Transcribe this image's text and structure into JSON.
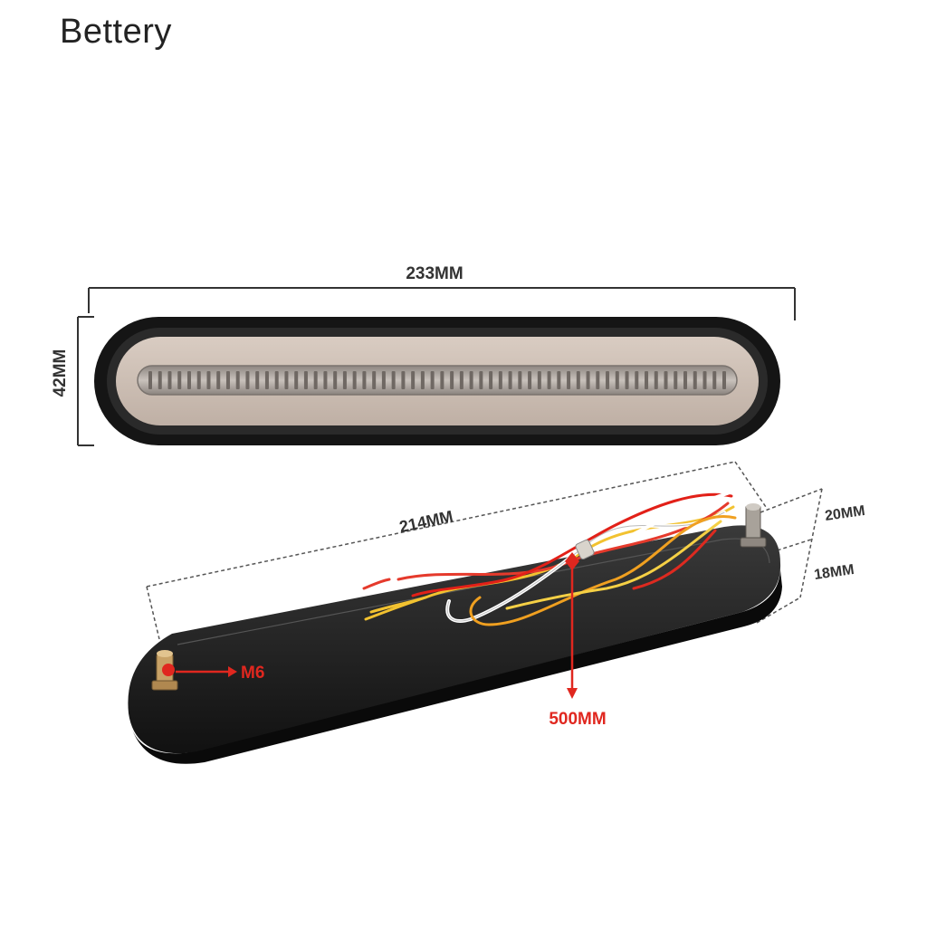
{
  "brand": {
    "name": "Bettery"
  },
  "labels": {
    "top_length": "233MM",
    "top_height": "42MM",
    "bottom_length": "214MM",
    "bottom_height_upper": "20MM",
    "bottom_height_lower": "18MM",
    "bolt": "M6",
    "cable": "500MM"
  },
  "colors": {
    "dimension_text": "#333333",
    "accent_red": "#e0271f",
    "housing": "#1c1c1c",
    "lens": "#cdbfb4"
  },
  "icons": [
    "bolt-icon",
    "wire-bundle-icon"
  ]
}
